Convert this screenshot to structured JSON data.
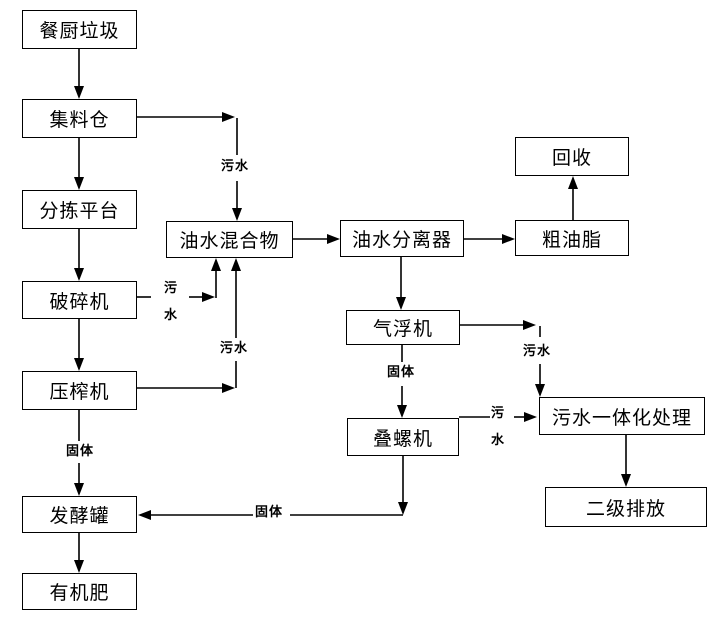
{
  "nodes": {
    "kitchen_waste": "餐厨垃圾",
    "collection_bin": "集料仓",
    "sorting_platform": "分拣平台",
    "crusher": "破碎机",
    "press": "压榨机",
    "fermentation_tank": "发酵罐",
    "organic_fertilizer": "有机肥",
    "oil_water_mixture": "油水混合物",
    "oil_water_separator": "油水分离器",
    "recycling": "回收",
    "crude_grease": "粗油脂",
    "air_flotation": "气浮机",
    "screw_press": "叠螺机",
    "sewage_treatment": "污水一体化处理",
    "secondary_discharge": "二级排放"
  },
  "edge_labels": {
    "sewage": "污水",
    "solid": "固体"
  },
  "colors": {
    "line": "#000000",
    "box_border": "#000000",
    "background": "#ffffff",
    "text": "#000000"
  }
}
